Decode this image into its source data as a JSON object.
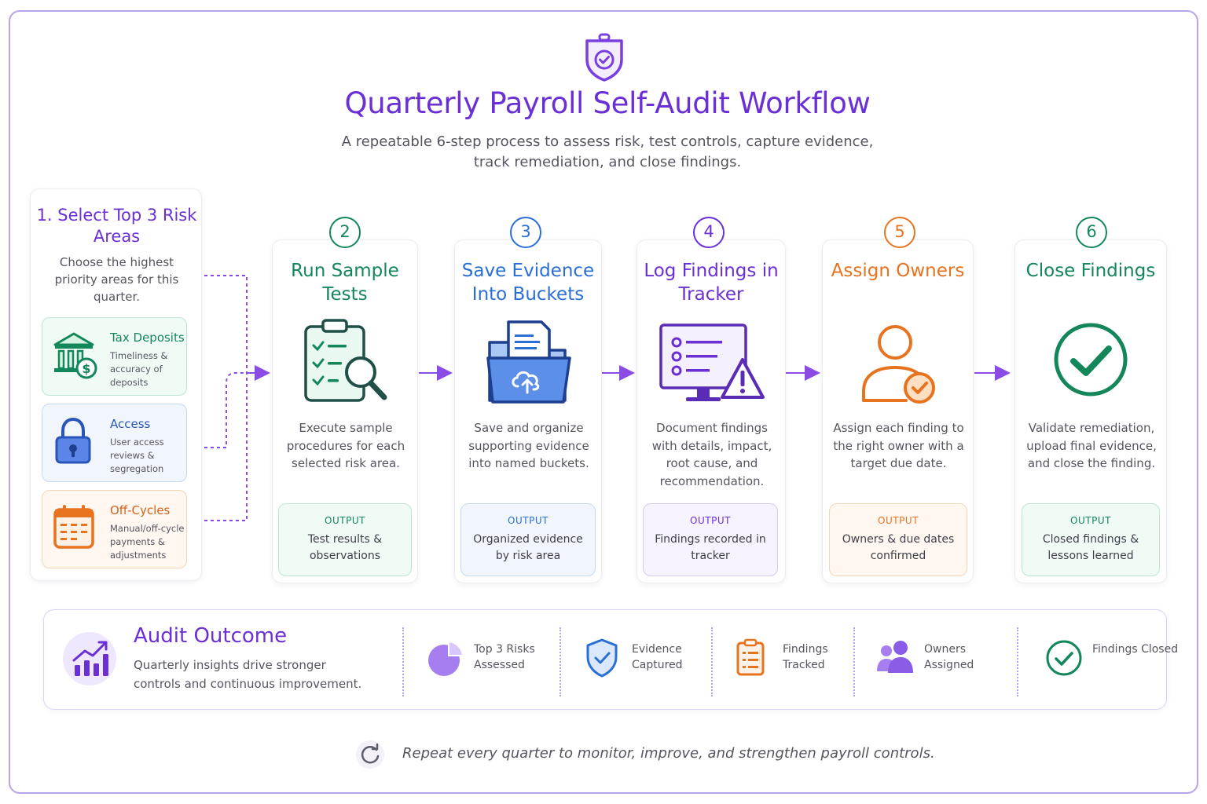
{
  "header": {
    "icon": "shield-check-icon",
    "title": "Quarterly Payroll Self-Audit Workflow",
    "subtitle": "A repeatable 6-step process to assess risk, test controls, capture evidence, track remediation, and close findings."
  },
  "step1": {
    "title": "1. Select Top 3 Risk Areas",
    "description": "Choose the highest priority areas for this quarter.",
    "risks": [
      {
        "title": "Tax Deposits",
        "description": "Timeliness & accuracy of deposits",
        "icon": "bank-dollar-icon",
        "color": "#14875a"
      },
      {
        "title": "Access",
        "description": "User access reviews & segregation",
        "icon": "padlock-icon",
        "color": "#2a55b8"
      },
      {
        "title": "Off-Cycles",
        "description": "Manual/off-cycle payments & adjustments",
        "icon": "calendar-icon",
        "color": "#d2621a"
      }
    ]
  },
  "steps": [
    {
      "number": "2",
      "title": "Run Sample Tests",
      "description": "Execute sample procedures for each selected risk area.",
      "output_label": "OUTPUT",
      "output": "Test results & observations",
      "icon": "clipboard-magnifier-icon",
      "color": "#14875a"
    },
    {
      "number": "3",
      "title": "Save Evidence Into Buckets",
      "description": "Save and organize supporting evidence into named buckets.",
      "output_label": "OUTPUT",
      "output": "Organized evidence by risk area",
      "icon": "folder-upload-icon",
      "color": "#2a6fd6"
    },
    {
      "number": "4",
      "title": "Log Findings in Tracker",
      "description": "Document findings with details, impact, root cause, and recommendation.",
      "output_label": "OUTPUT",
      "output": "Findings recorded in tracker",
      "icon": "monitor-warning-icon",
      "color": "#6b2fd6"
    },
    {
      "number": "5",
      "title": "Assign Owners",
      "description": "Assign each finding to the right owner with a target due date.",
      "output_label": "OUTPUT",
      "output": "Owners & due dates confirmed",
      "icon": "user-check-icon",
      "color": "#e8731f"
    },
    {
      "number": "6",
      "title": "Close Findings",
      "description": "Validate remediation, upload final evidence, and close the finding.",
      "output_label": "OUTPUT",
      "output": "Closed findings & lessons learned",
      "icon": "check-circle-icon",
      "color": "#14875a"
    }
  ],
  "outcome": {
    "title": "Audit Outcome",
    "description": "Quarterly insights drive stronger controls and continuous improvement.",
    "icon": "chart-growth-icon",
    "metrics": [
      {
        "label": "Top 3 Risks Assessed",
        "icon": "pie-chart-icon"
      },
      {
        "label": "Evidence Captured",
        "icon": "shield-check-icon"
      },
      {
        "label": "Findings Tracked",
        "icon": "clipboard-list-icon"
      },
      {
        "label": "Owners Assigned",
        "icon": "users-icon"
      },
      {
        "label": "Findings Closed",
        "icon": "check-circle-icon"
      }
    ]
  },
  "footer": {
    "icon": "refresh-icon",
    "text": "Repeat every quarter to monitor, improve, and strengthen payroll controls."
  },
  "colors": {
    "accent": "#6b2fd6",
    "arrow": "#8b4ce6",
    "border": "#b9a3ea"
  }
}
